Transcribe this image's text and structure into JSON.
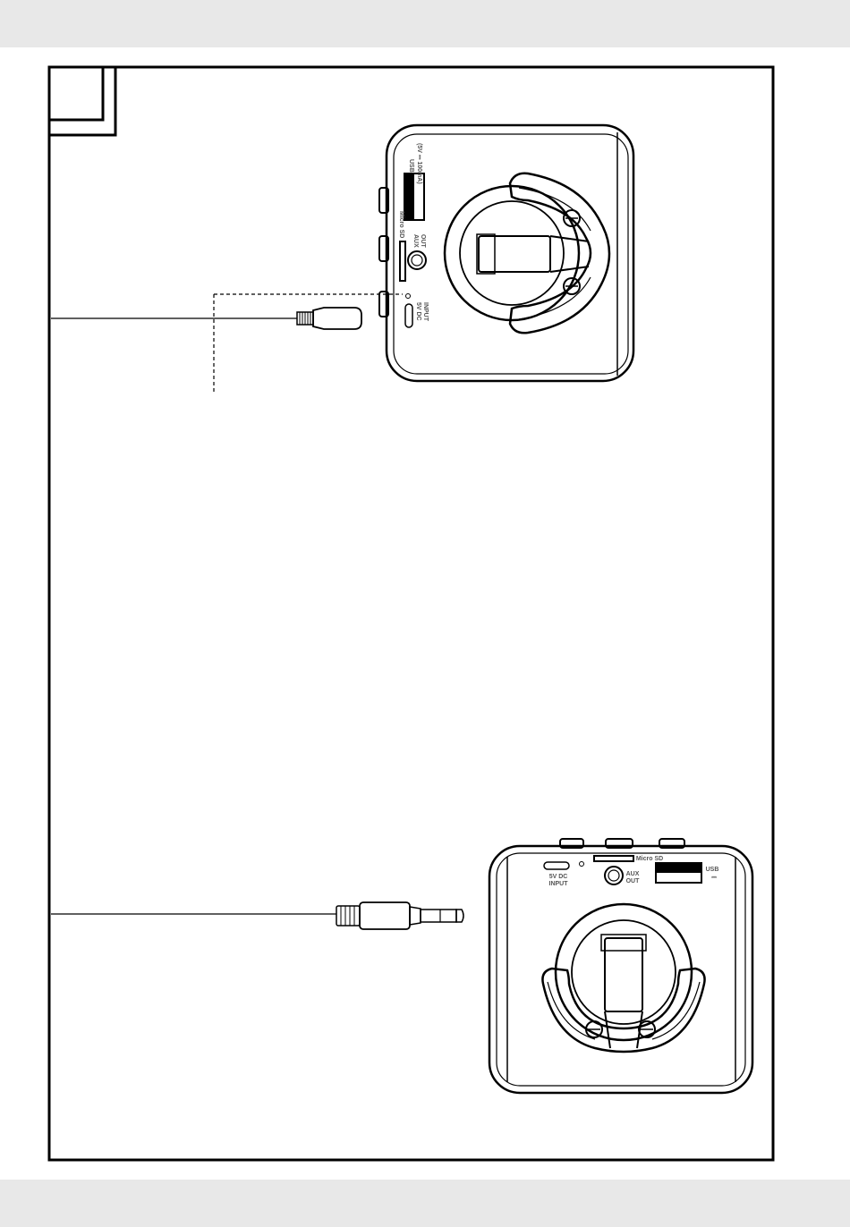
{
  "figure_number": "",
  "device_top": {
    "usb_label": "USB",
    "usb_rating": "(5V ⎓ 100mA)",
    "microsd_label": "Micro SD",
    "aux_line1": "AUX",
    "aux_line2": "OUT",
    "dc_line1": "5V DC",
    "dc_line2": "INPUT"
  },
  "device_bottom": {
    "microsd_label": "Micro SD",
    "dc_line1": "5V DC",
    "dc_line2": "INPUT",
    "aux_line1": "AUX",
    "aux_line2": "OUT",
    "usb_label": "USB",
    "usb_symbol": "⎓"
  },
  "colors": {
    "stroke": "#000000",
    "label": "#555555",
    "band": "#e8e8e8"
  }
}
